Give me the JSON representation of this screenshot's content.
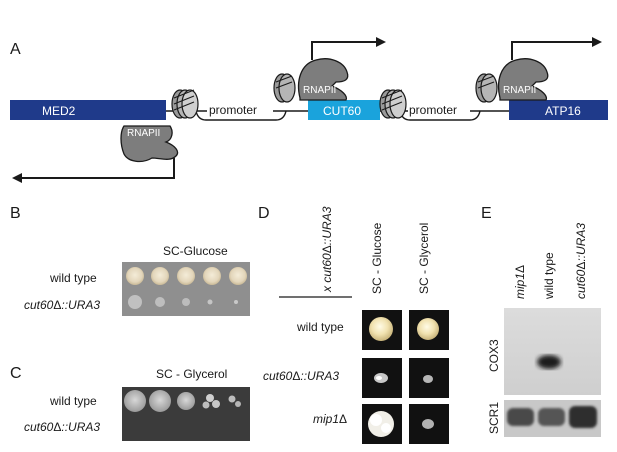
{
  "panels": {
    "a": "A",
    "b": "B",
    "c": "C",
    "d": "D",
    "e": "E"
  },
  "panel_a": {
    "genes": {
      "med2": "MED2",
      "cut60": "CUT60",
      "atp16": "ATP16"
    },
    "promoters": {
      "left": "promoter",
      "right": "promoter"
    },
    "polymerase": "RNAPII"
  },
  "panel_b": {
    "condition": "SC-Glucose",
    "strains": {
      "wt": "wild type",
      "mutant_prefix": "cut60",
      "mutant_delta": "Δ",
      "mutant_suffix": "::URA3"
    }
  },
  "panel_c": {
    "condition": "SC - Glycerol",
    "strains": {
      "wt": "wild type",
      "mutant_prefix": "cut60",
      "mutant_delta": "Δ",
      "mutant_suffix": "::URA3"
    }
  },
  "panel_d": {
    "cross_header_prefix": "x cut60",
    "cross_header_delta": "Δ",
    "cross_header_suffix": "::URA3",
    "conditions": {
      "glucose": "SC - Glucose",
      "glycerol": "SC - Glycerol"
    },
    "strains": {
      "wt": "wild type",
      "mutant_prefix": "cut60",
      "mutant_delta": "Δ",
      "mutant_suffix": "::URA3",
      "mip1_prefix": "mip1",
      "mip1_delta": "Δ"
    }
  },
  "panel_e": {
    "lanes": {
      "mip1_prefix": "mip1",
      "mip1_delta": "Δ",
      "wt": "wild type",
      "mutant_prefix": "cut60",
      "mutant_delta": "Δ",
      "mutant_suffix": "::URA3"
    },
    "probes": {
      "cox3": "COX3",
      "scr1": "SCR1"
    }
  },
  "colors": {
    "gene_navy": "#1f3a8a",
    "gene_cyan": "#1aa3dc",
    "polymerase_gray": "#7d7d7d",
    "plate_dark": "#3b3b3b"
  }
}
